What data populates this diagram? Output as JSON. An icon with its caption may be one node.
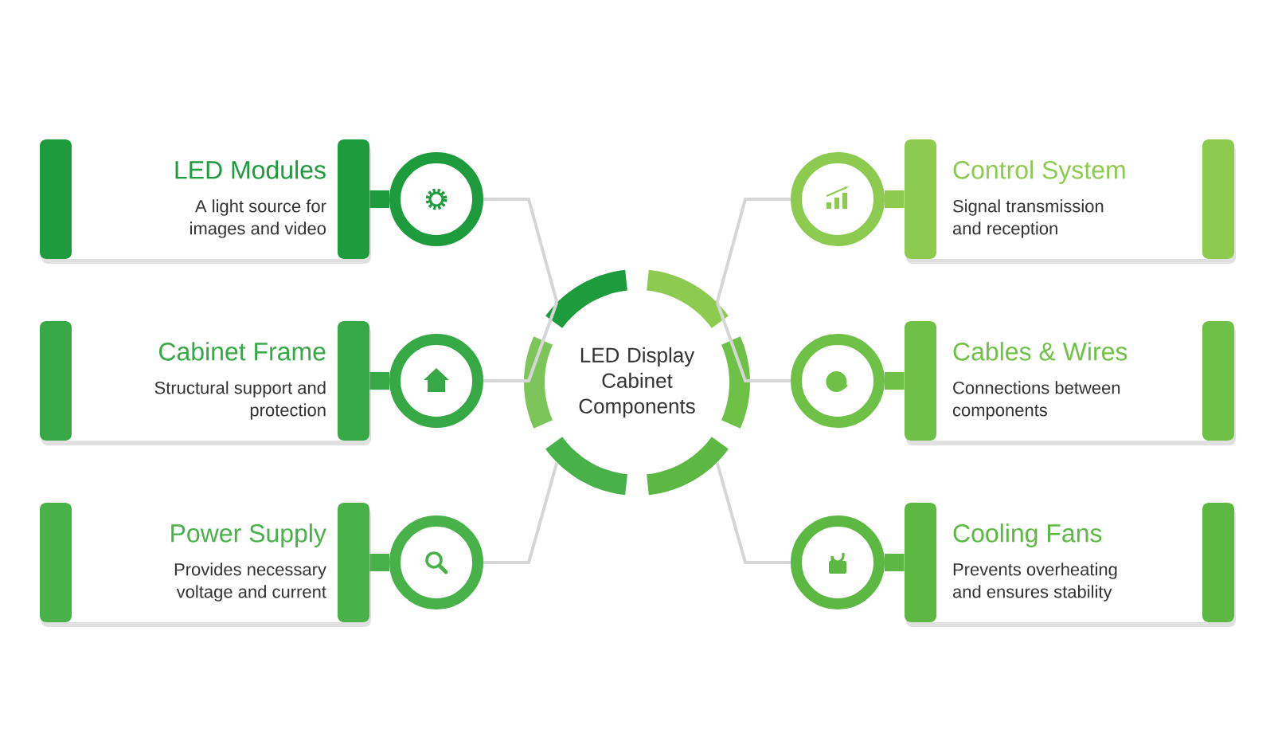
{
  "diagram": {
    "nodes": [
      {
        "text": [
          "LED Display Cabinet Components"
        ]
      },
      {
        "text": [
          "LED Modules",
          "A light source for images and video"
        ]
      },
      {
        "text": [],
        "shape": "circle"
      },
      {
        "text": [],
        "shape": "circle"
      },
      {
        "text": [
          "Control System",
          "Signal transmission and reception"
        ]
      },
      {
        "text": [
          "Cabinet Frame",
          "Structural support and protection"
        ]
      },
      {
        "text": [],
        "shape": "circle"
      },
      {
        "text": [],
        "shape": "circle"
      },
      {
        "text": [
          "Cables & Wires",
          "Connections between components"
        ]
      },
      {
        "text": [
          "Power Supply",
          "Provides necessary voltage and current"
        ]
      },
      {
        "text": [],
        "shape": "circle"
      },
      {
        "text": [],
        "shape": "circle"
      },
      {
        "text": [
          "Cooling Fans",
          "Prevents overheating and ensures stability"
        ]
      }
    ],
    "edges": [
      {
        "from": 0,
        "to": 2,
        "arrow": "none"
      },
      {
        "from": 0,
        "to": 3,
        "arrow": "none"
      },
      {
        "from": 0,
        "to": 6,
        "arrow": "none"
      },
      {
        "from": 0,
        "to": 7,
        "arrow": "none"
      },
      {
        "from": 0,
        "to": 10,
        "arrow": "none"
      },
      {
        "from": 0,
        "to": 11,
        "arrow": "none"
      },
      {
        "from": 2,
        "to": 1,
        "arrow": "none",
        "style": "thick",
        "color": "#1e9b3c"
      },
      {
        "from": 3,
        "to": 4,
        "arrow": "none",
        "style": "thick",
        "color": "#8dca50"
      },
      {
        "from": 6,
        "to": 5,
        "arrow": "none",
        "style": "thick",
        "color": "#36a845"
      },
      {
        "from": 7,
        "to": 8,
        "arrow": "none",
        "style": "thick",
        "color": "#6fc046"
      },
      {
        "from": 10,
        "to": 9,
        "arrow": "none",
        "style": "thick",
        "color": "#48b14a"
      },
      {
        "from": 11,
        "to": 12,
        "arrow": "none",
        "style": "thick",
        "color": "#5db843"
      }
    ]
  }
}
